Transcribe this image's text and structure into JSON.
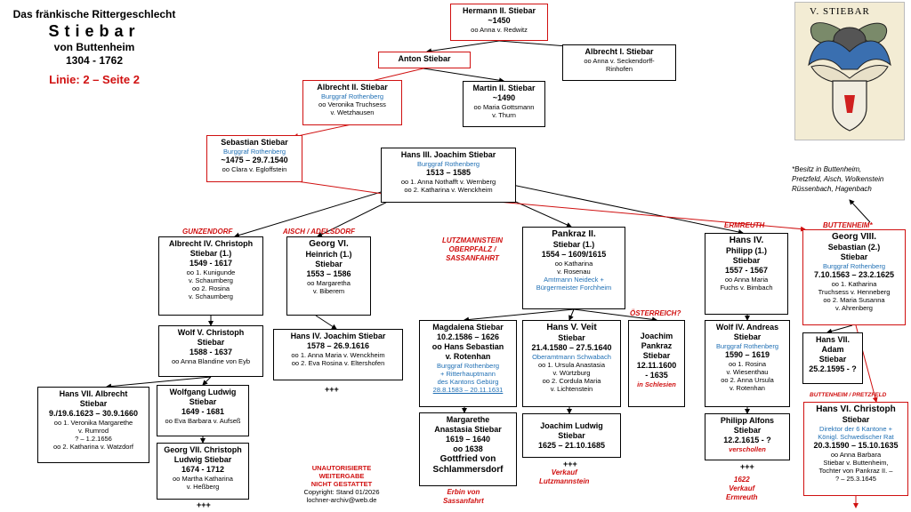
{
  "title": {
    "line1": "Das fränkische Rittergeschlecht",
    "line2": "Stiebar",
    "line3": "von Buttenheim",
    "line4": "1304 - 1762",
    "line5": "Linie: 2 – Seite 2"
  },
  "coat_of_arms": {
    "caption": "V. STIEBAR"
  },
  "note": [
    "*Besitz in Buttenheim,",
    "Pretzfeld, Aisch, Wolkenstein",
    "Rüssenbach, Hagenbach"
  ],
  "branch_labels": {
    "gunzendorf": "GUNZENDORF",
    "aisch": "AISCH / ADELSDORF",
    "lutzmannstein": [
      "LUTZMANNSTEIN",
      "OBERPFALZ /",
      "SASSANFAHRT"
    ],
    "oesterreich": "ÖSTERREICH?",
    "ermreuth": "ERMREUTH",
    "buttenheim": "BUTTENHEIM*",
    "buttenheim_pretzfeld": "BUTTENHEIM / PRETZFELD"
  },
  "persons": {
    "hermann2": [
      "Hermann II. Stiebar",
      "~1450",
      "oo Anna v. Redwitz"
    ],
    "anton": [
      "Anton Stiebar"
    ],
    "albrecht1": [
      "Albrecht I. Stiebar",
      "oo Anna v. Seckendorff-",
      "Rinhofen"
    ],
    "albrecht2": [
      "Albrecht II. Stiebar",
      "Burggraf Rothenberg",
      "oo Veronika Truchsess",
      "v. Wetzhausen"
    ],
    "martin2": [
      "Martin II. Stiebar",
      "~1490",
      "oo Maria Gottsmann",
      "v. Thurn"
    ],
    "sebastian": [
      "Sebastian Stiebar",
      "Burggraf Rothenberg",
      "~1475 – 29.7.1540",
      "oo Clara v. Egloffstein"
    ],
    "hans3": [
      "Hans III. Joachim Stiebar",
      "Burggraf Rothenberg",
      "1513 – 1585",
      "oo 1. Anna Nothafft v. Wernberg",
      "oo 2. Katharina v. Wenckheim"
    ],
    "albrecht4": [
      "Albrecht IV. Christoph",
      "Stiebar (1.)",
      "1549 - 1617",
      "oo 1. Kunigunde",
      "v. Schaumberg",
      "oo 2. Rosina",
      "v. Schaumberg"
    ],
    "georg6": [
      "Georg VI.",
      "Heinrich (1.)",
      "Stiebar",
      "1553 – 1586",
      "oo Margaretha",
      "v. Biberem"
    ],
    "pankraz2": [
      "Pankraz II.",
      "Stiebar (1.)",
      "1554 – 1609/1615",
      "oo Katharina",
      "v. Rosenau",
      "Amtmann Neideck +",
      "Bürgermeister Forchheim"
    ],
    "hans4p": [
      "Hans IV.",
      "Philipp (1.)",
      "Stiebar",
      "1557 - 1567",
      "oo Anna Maria",
      "Fuchs v. Bimbach"
    ],
    "georg8": [
      "Georg VIII.",
      "Sebastian (2.)",
      "Stiebar",
      "Burggraf Rothenberg",
      "7.10.1563 – 23.2.1625",
      "oo 1. Katharina",
      "Truchsess v. Henneberg",
      "oo 2. Maria Susanna",
      "v. Ahrenberg"
    ],
    "wolf5": [
      "Wolf V. Christoph",
      "Stiebar",
      "1588 - 1637",
      "oo Anna Blandine von Eyb"
    ],
    "hans4j": [
      "Hans IV. Joachim Stiebar",
      "1578 – 26.9.1616",
      "oo 1. Anna Maria v. Wenckheim",
      "oo 2. Eva Rosina v. Eltershofen"
    ],
    "magdalena": [
      "Magdalena Stiebar",
      "10.2.1586 – 1626",
      "oo Hans Sebastian",
      "v. Rotenhan",
      "Burggraf Rothenberg",
      "+ Ritterhauptmann",
      "des Kantons Gebürg",
      "28.8.1583 – 20.11.1631"
    ],
    "hans5": [
      "Hans V. Veit",
      "Stiebar",
      "21.4.1580 – 27.5.1640",
      "Oberamtmann Schwabach",
      "oo 1. Ursula Anastasia",
      "v. Würtzburg",
      "oo 2. Cordula Maria",
      "v. Lichtenstein"
    ],
    "joachimp": [
      "Joachim",
      "Pankraz",
      "Stiebar",
      "12.11.1600",
      "- 1635",
      "in Schlesien"
    ],
    "wolf4": [
      "Wolf IV. Andreas",
      "Stiebar",
      "Burggraf Rothenberg",
      "1590 – 1619",
      "oo 1. Rosina",
      "v. Wiesenthau",
      "oo 2. Anna Ursula",
      "v. Rotenhan"
    ],
    "hans7adam": [
      "Hans VII.",
      "Adam",
      "Stiebar",
      "25.2.1595 - ?"
    ],
    "hans7a": [
      "Hans VII. Albrecht",
      "Stiebar",
      "9./19.6.1623 – 30.9.1660",
      "oo 1. Veronika Margarethe",
      "v. Rumrod",
      "? – 1.2.1656",
      "oo 2. Katharina v. Watzdorf"
    ],
    "wolfgang": [
      "Wolfgang Ludwig",
      "Stiebar",
      "1649 - 1681",
      "oo Eva Barbara v. Aufseß"
    ],
    "georg7": [
      "Georg VII. Christoph",
      "Ludwig Stiebar",
      "1674 - 1712",
      "oo Martha Katharina",
      "v. Heßberg"
    ],
    "margarethe": [
      "Margarethe",
      "Anastasia Stiebar",
      "1619 – 1640",
      "oo 1638",
      "Gottfried von",
      "Schlammersdorf"
    ],
    "joachiml": [
      "Joachim Ludwig",
      "Stiebar",
      "1625 – 21.10.1685"
    ],
    "philipp": [
      "Philipp Alfons",
      "Stiebar",
      "12.2.1615 - ?",
      "verschollen"
    ],
    "hans6c": [
      "Hans VI. Christoph",
      "Stiebar",
      "Direktor der 6 Kantone +",
      "Königl. Schwedischer Rat",
      "20.3.1590 – 15.10.1635",
      "oo Anna Barbara",
      "Stiebar v. Buttenheim,",
      "Tochter von Pankraz II. –",
      "? – 25.3.1645"
    ]
  },
  "extra_text": {
    "plus1": "+++",
    "plus2": "+++",
    "plus3": "+++",
    "plus4": "+++",
    "erbin": [
      "Erbin von",
      "Sassanfahrt"
    ],
    "verkauf_lutz": [
      "Verkauf",
      "Lutzmannstein"
    ],
    "verkauf_erm": [
      "1622",
      "Verkauf",
      "Ermreuth"
    ],
    "copyright": [
      "UNAUTORISIERTE",
      "WEITERGABE",
      "NICHT GESTATTET",
      "Copyright: Stand 01/2026",
      "lochner-archiv@web.de"
    ]
  }
}
